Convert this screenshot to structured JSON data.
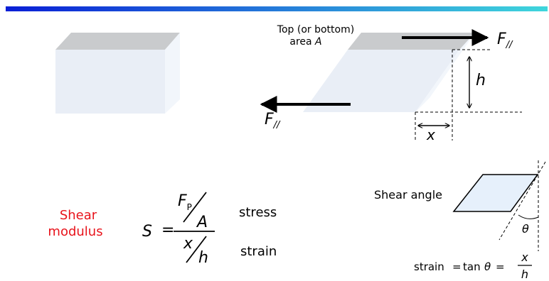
{
  "colors": {
    "bar_start": "#0a1fd6",
    "bar_end": "#3fd6dc",
    "block_front": "#e9eef6",
    "block_top": "#c9cbcd",
    "block_side": "#f2f6fb",
    "label_red": "#e8131b",
    "small_face": "#e6f0fb"
  },
  "top_label": {
    "line1": "Top (or bottom)",
    "line2": "area",
    "var": "A"
  },
  "force": {
    "symbol": "F",
    "sub": "//"
  },
  "dims": {
    "height": "h",
    "width": "x"
  },
  "shear_modulus": {
    "line1": "Shear",
    "line2": "modulus"
  },
  "formula": {
    "lhs": "S",
    "equals": "=",
    "num_top": "F",
    "num_sub": "P",
    "num_bottom": "A",
    "den_top": "x",
    "den_bottom": "h",
    "stress_label": "stress",
    "strain_label": "strain"
  },
  "shear_angle": {
    "label": "Shear angle",
    "theta": "θ"
  },
  "strain_formula": {
    "word": "strain",
    "equals": "=",
    "tan": "tan",
    "theta": "θ",
    "equals2": "=",
    "num": "x",
    "den": "h"
  }
}
